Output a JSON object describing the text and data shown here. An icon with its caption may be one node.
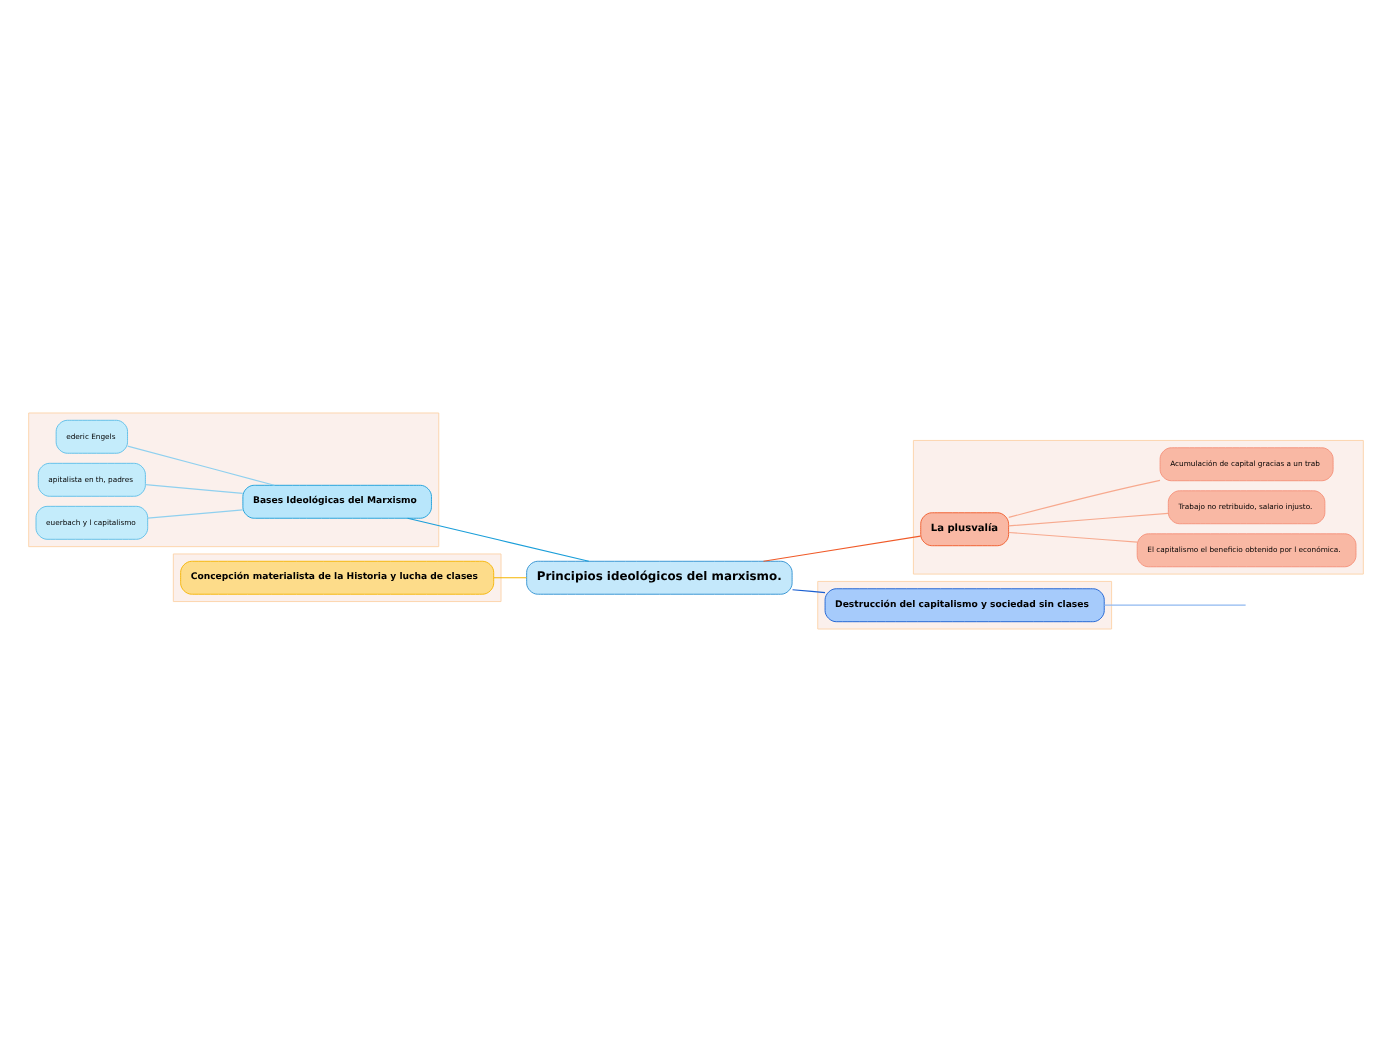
{
  "diagram": {
    "nodes": [
      {
        "text": [
          "Principios ideológicos del marxismo."
        ]
      },
      {
        "text": [],
        "shape": "box"
      },
      {
        "text": [
          "Bases Ideológicas del Marxismo"
        ],
        "in": 1
      },
      {
        "text": [
          "ederic Engels"
        ],
        "in": 1
      },
      {
        "text": [
          "apitalista en th, padres"
        ],
        "in": 1
      },
      {
        "text": [
          "euerbach y l capitalismo"
        ],
        "in": 1
      },
      {
        "text": [],
        "shape": "box"
      },
      {
        "text": [
          "Concepción materialista de la Historia y lucha de clases"
        ],
        "in": 6
      },
      {
        "text": [],
        "shape": "box"
      },
      {
        "text": [
          "Destrucción del capitalismo y sociedad sin clases"
        ],
        "in": 8
      },
      {
        "text": [],
        "shape": "box"
      },
      {
        "text": [
          "La plusvalía"
        ],
        "in": 10
      },
      {
        "text": [
          "El capitalismo el beneficio obtenido por l económica."
        ],
        "in": 10
      },
      {
        "text": [
          "Trabajo no retribuido, salario injusto."
        ],
        "in": 10
      },
      {
        "text": [
          "Acumulación de capital gracias a un trab"
        ],
        "in": 10
      }
    ],
    "edges": [
      {
        "from": 0,
        "to": 2,
        "arrow": "none",
        "color": "#1a9ed9"
      },
      {
        "from": 2,
        "to": 3,
        "arrow": "none",
        "color": "#8fd0ef"
      },
      {
        "from": 2,
        "to": 4,
        "arrow": "none",
        "color": "#8fd0ef"
      },
      {
        "from": 2,
        "to": 5,
        "arrow": "none",
        "color": "#8fd0ef"
      },
      {
        "from": 0,
        "to": 7,
        "arrow": "none",
        "color": "#f5b400"
      },
      {
        "from": 0,
        "to": 9,
        "arrow": "none",
        "color": "#1a5fd1"
      },
      {
        "from": 9,
        "to": null,
        "arrow": "none",
        "color": "#8fb8f0"
      },
      {
        "from": 0,
        "to": 11,
        "arrow": "none",
        "color": "#f05a28"
      },
      {
        "from": 11,
        "to": 12,
        "arrow": "none",
        "color": "#f7a98e"
      },
      {
        "from": 11,
        "to": 13,
        "arrow": "none",
        "color": "#f7a98e"
      },
      {
        "from": 11,
        "to": 14,
        "arrow": "none",
        "color": "#f7a98e"
      }
    ]
  }
}
